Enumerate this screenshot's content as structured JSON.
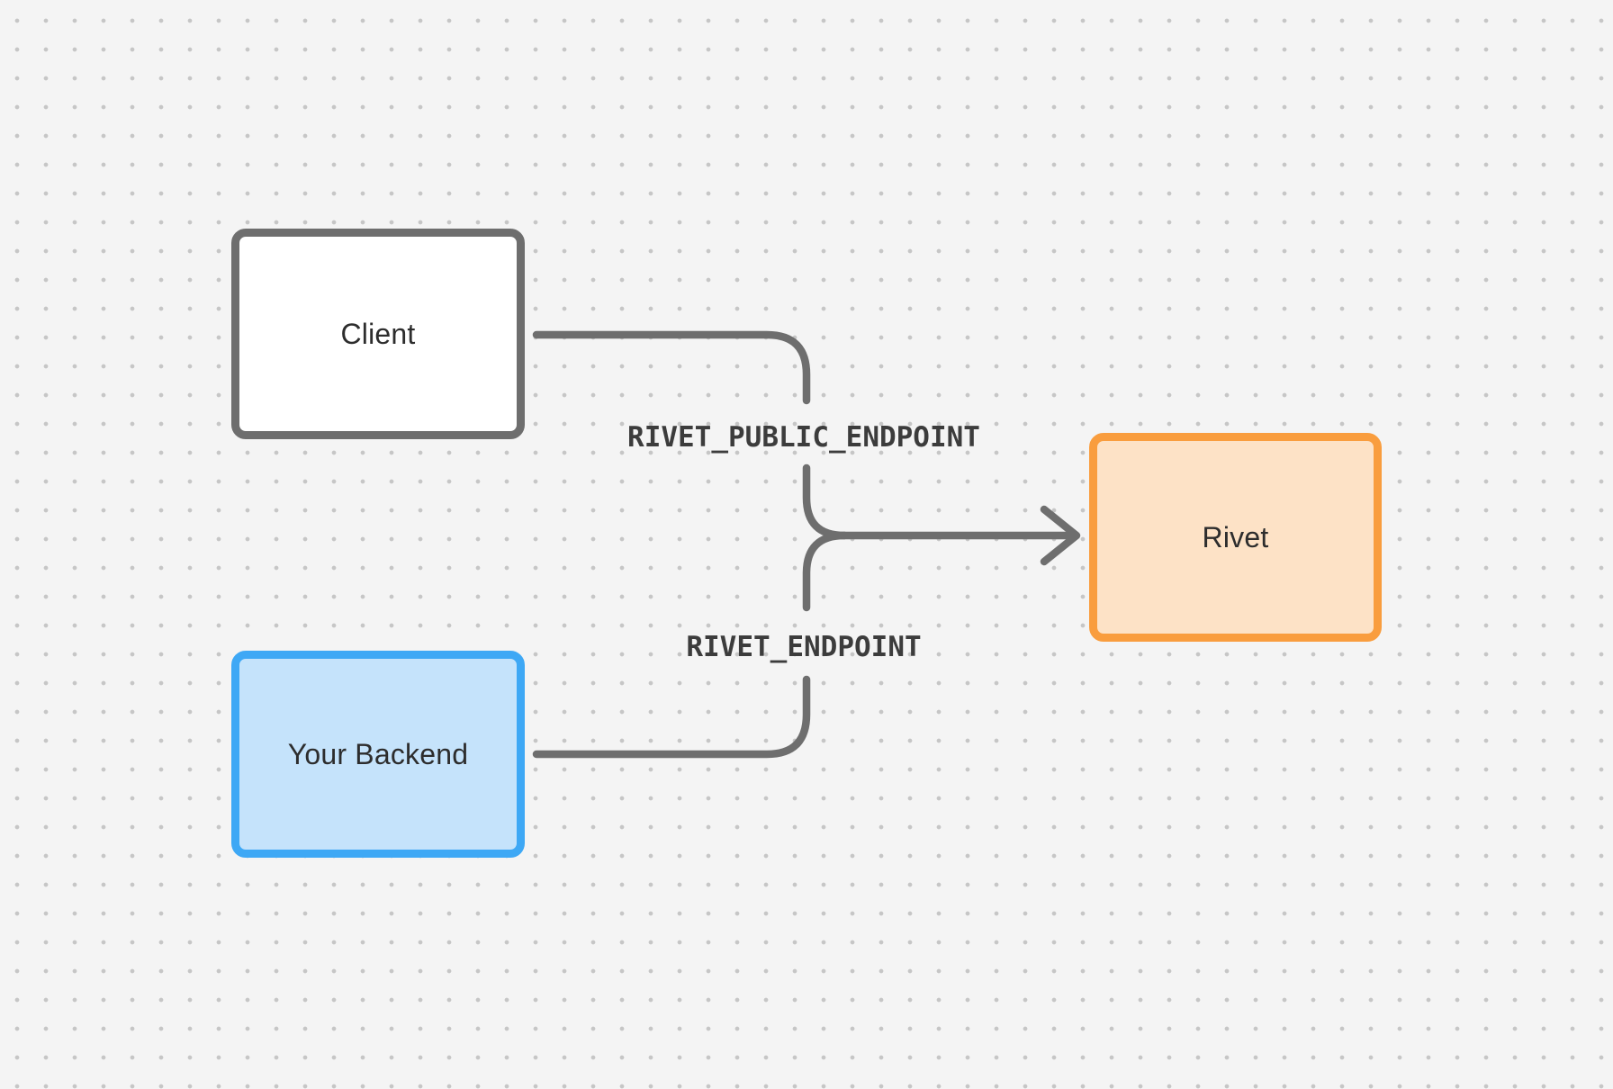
{
  "diagram": {
    "nodes": [
      {
        "id": "client",
        "label": "Client",
        "fill": "#ffffff",
        "stroke": "#6e6e6e"
      },
      {
        "id": "backend",
        "label": "Your Backend",
        "fill": "#c5e3fb",
        "stroke": "#3ea8f5"
      },
      {
        "id": "rivet",
        "label": "Rivet",
        "fill": "#fde2c6",
        "stroke": "#f99d3e"
      }
    ],
    "edge_labels": [
      {
        "id": "public-endpoint",
        "text": "RIVET_PUBLIC_ENDPOINT"
      },
      {
        "id": "endpoint",
        "text": "RIVET_ENDPOINT"
      }
    ],
    "connector_color": "#6e6e6e"
  },
  "theme": {
    "canvas_bg": "#f4f4f4",
    "dot_color": "#c6c6c6",
    "node_text_color": "#2d2d2d",
    "edge_label_color": "#3c3c3c"
  }
}
